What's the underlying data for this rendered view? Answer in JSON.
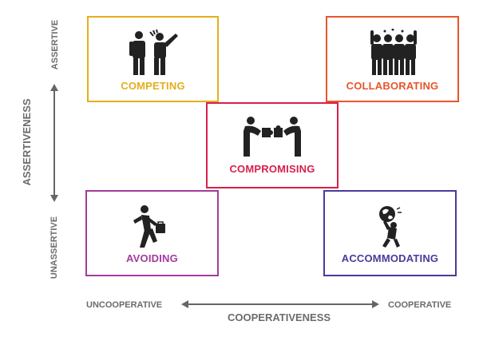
{
  "axes": {
    "y_title": "ASSERTIVENESS",
    "y_top": "ASSERTIVE",
    "y_bottom": "UNASSERTIVE",
    "x_title": "COOPERATIVENESS",
    "x_left": "UNCOOPERATIVE",
    "x_right": "COOPERATIVE"
  },
  "styles": [
    {
      "id": "competing",
      "label": "COMPETING",
      "color": "#E5AE1C",
      "icon": "arguing-people-icon"
    },
    {
      "id": "collaborating",
      "label": "COLLABORATING",
      "color": "#E8552A",
      "icon": "group-cheering-icon"
    },
    {
      "id": "compromising",
      "label": "COMPROMISING",
      "color": "#D8204B",
      "icon": "puzzle-exchange-icon"
    },
    {
      "id": "avoiding",
      "label": "AVOIDING",
      "color": "#A23B9E",
      "icon": "running-away-icon"
    },
    {
      "id": "accommodating",
      "label": "ACCOMMODATING",
      "color": "#4B3A9A",
      "icon": "carrying-world-icon"
    }
  ],
  "colors": {
    "axis_text": "#6b6b6b",
    "icon": "#222222"
  }
}
